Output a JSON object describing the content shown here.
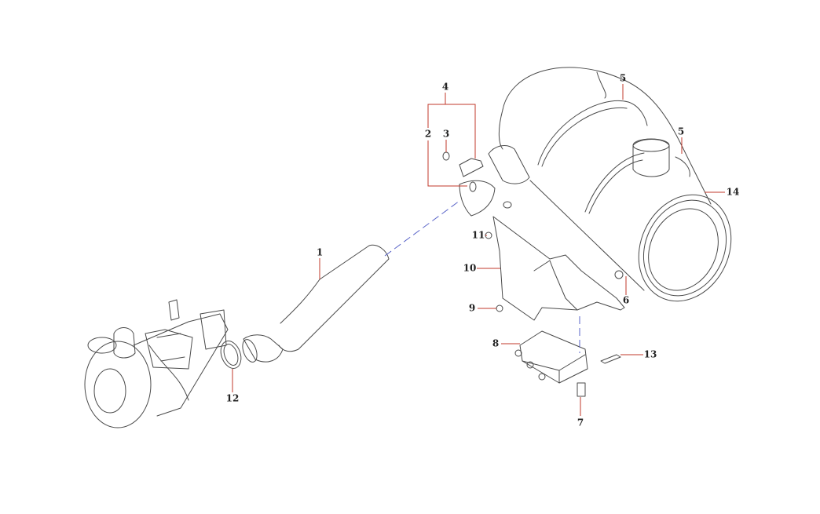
{
  "diagram": {
    "callouts": {
      "c1": "1",
      "c2": "2",
      "c3": "3",
      "c4": "4",
      "c5a": "5",
      "c5b": "5",
      "c6": "6",
      "c7": "7",
      "c8": "8",
      "c9": "9",
      "c10": "10",
      "c11": "11",
      "c12": "12",
      "c13": "13",
      "c14": "14"
    },
    "colors": {
      "leader": "#c0392b",
      "center_line": "#5a64c8",
      "outline": "#4a4a4a"
    }
  }
}
